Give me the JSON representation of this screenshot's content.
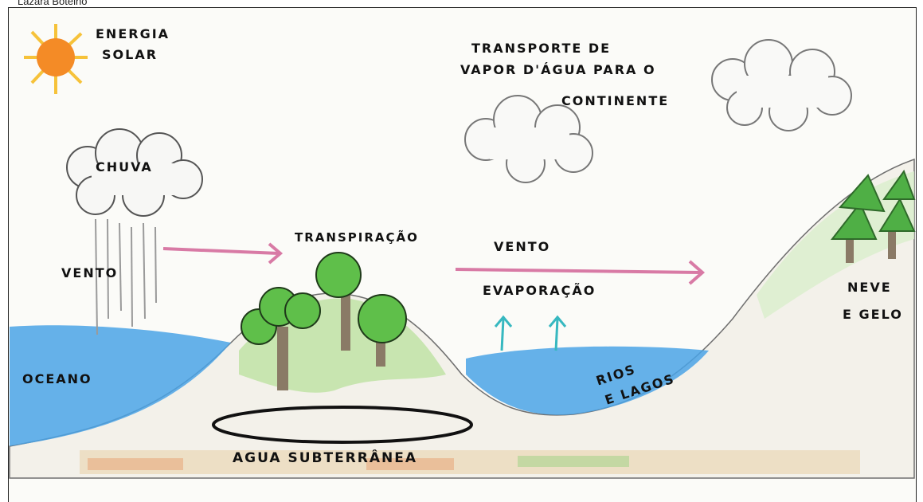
{
  "credit": "Lazara Botelho",
  "labels": {
    "energia": "ENERGiA",
    "solar": "SOLAR",
    "transporte_1": "TRANSPORTE DE",
    "transporte_2": "VAPOR d'ÁGUA PARA O",
    "transporte_3": "CONTINENTE",
    "chuva": "CHUVA",
    "transpiracao": "TRANSPIRAÇÃO",
    "vento_left": "VENTO",
    "vento_right": "VENTO",
    "evaporacao": "EVAPORAÇÃO",
    "oceano": "OCEANO",
    "rios": "RIOS",
    "lagos": "E LAgOS",
    "neve": "NEVE",
    "gelo": "E gELO",
    "agua": "AgUA SUBTERRÂNEA"
  },
  "colors": {
    "water": "#4aa3e6",
    "sun": "#f48b26",
    "sun_rays": "#f6c23a",
    "tree_canopy": "#5fbf4a",
    "trunk": "#8a7a66",
    "ground_green": "#bfe3a6",
    "arrow_pink": "#d87aa5",
    "arrow_teal": "#37b8c0"
  }
}
